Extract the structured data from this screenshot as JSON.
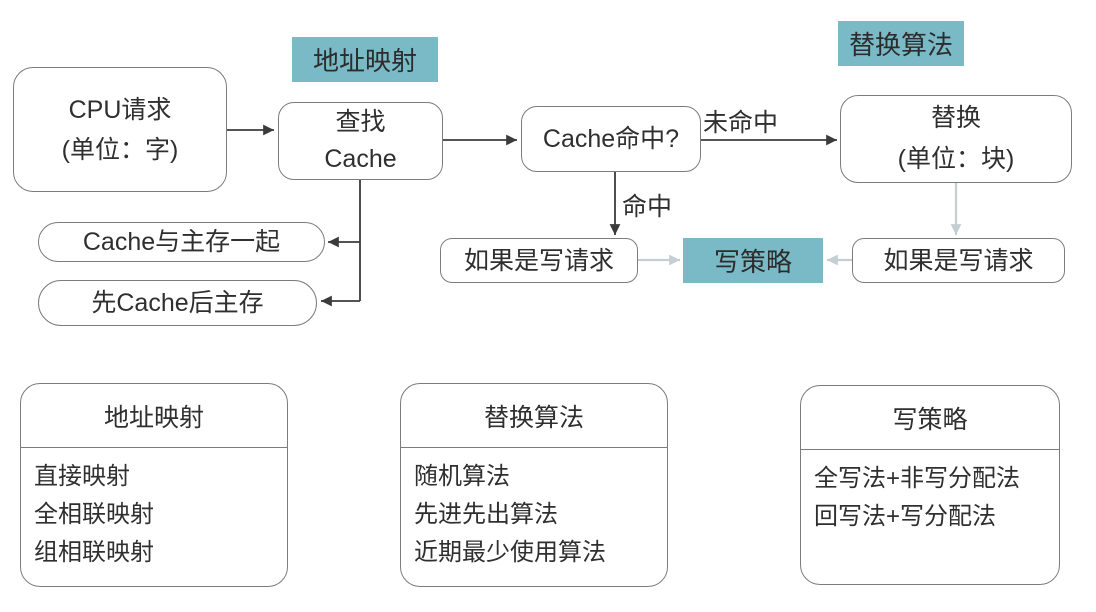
{
  "colors": {
    "teal_highlight": "#7ab9c6",
    "box_border": "#7c7c7c",
    "text": "#2f2f2f",
    "arrow_dark": "#3b3b3b",
    "arrow_light": "#c4ced3"
  },
  "flowchart": {
    "cpu_request": {
      "line1": "CPU请求",
      "line2": "(单位：字)"
    },
    "lookup_cache": {
      "line1": "查找",
      "line2": "Cache"
    },
    "cache_hit": "Cache命中?",
    "replace": {
      "line1": "替换",
      "line2": "(单位：块)"
    },
    "cache_with_main": "Cache与主存一起",
    "cache_first": "先Cache后主存",
    "if_write_left": "如果是写请求",
    "if_write_right": "如果是写请求",
    "labels": {
      "addr_mapping": "地址映射",
      "replace_algorithm": "替换算法",
      "write_policy": "写策略",
      "hit": "命中",
      "miss": "未命中"
    }
  },
  "panels": [
    {
      "title": "地址映射",
      "items": [
        "直接映射",
        "全相联映射",
        "组相联映射"
      ]
    },
    {
      "title": "替换算法",
      "items": [
        "随机算法",
        "先进先出算法",
        "近期最少使用算法"
      ]
    },
    {
      "title": "写策略",
      "items": [
        "全写法+非写分配法",
        "回写法+写分配法"
      ]
    }
  ]
}
